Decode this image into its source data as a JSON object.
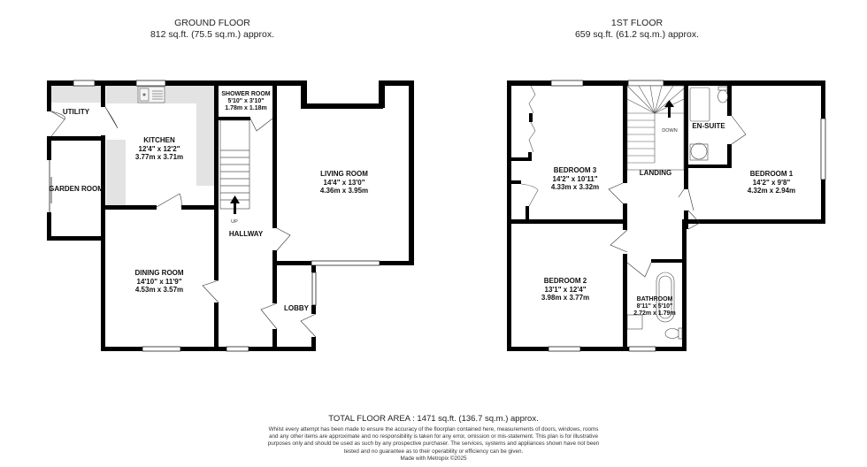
{
  "ground_floor": {
    "title": "GROUND FLOOR",
    "area": "812 sq.ft. (75.5 sq.m.) approx.",
    "rooms": [
      {
        "name": "UTILITY",
        "imperial": "",
        "metric": ""
      },
      {
        "name": "KITCHEN",
        "imperial": "12'4\"  x 12'2\"",
        "metric": "3.77m  x 3.71m"
      },
      {
        "name": "SHOWER ROOM",
        "imperial": "5'10\"  x 3'10\"",
        "metric": "1.78m  x 1.18m"
      },
      {
        "name": "LIVING ROOM",
        "imperial": "14'4\"  x 13'0\"",
        "metric": "4.36m  x 3.95m"
      },
      {
        "name": "GARDEN ROOM",
        "imperial": "",
        "metric": ""
      },
      {
        "name": "HALLWAY",
        "imperial": "",
        "metric": ""
      },
      {
        "name": "DINING ROOM",
        "imperial": "14'10\"  x 11'9\"",
        "metric": "4.53m  x 3.57m"
      },
      {
        "name": "LOBBY",
        "imperial": "",
        "metric": ""
      }
    ],
    "stair_label": "UP"
  },
  "first_floor": {
    "title": "1ST FLOOR",
    "area": "659 sq.ft. (61.2 sq.m.) approx.",
    "rooms": [
      {
        "name": "BEDROOM 3",
        "imperial": "14'2\"  x 10'11\"",
        "metric": "4.33m  x 3.32m"
      },
      {
        "name": "LANDING",
        "imperial": "",
        "metric": ""
      },
      {
        "name": "EN-SUITE",
        "imperial": "",
        "metric": ""
      },
      {
        "name": "BEDROOM 1",
        "imperial": "14'2\"  x 9'8\"",
        "metric": "4.32m  x 2.94m"
      },
      {
        "name": "BEDROOM 2",
        "imperial": "13'1\"  x 12'4\"",
        "metric": "3.98m  x 3.77m"
      },
      {
        "name": "BATHROOM",
        "imperial": "8'11\"  x 5'10\"",
        "metric": "2.72m  x 1.79m"
      }
    ],
    "stair_label": "DOWN"
  },
  "footer": {
    "total": "TOTAL FLOOR AREA : 1471 sq.ft. (136.7 sq.m.) approx.",
    "disclaimer": "Whilst every attempt has been made to ensure the accuracy of the floorplan contained here, measurements of doors, windows, rooms and any other items are approximate and no responsibility is taken for any error, omission or mis-statement. This plan is for illustrative purposes only and should be used as such by any prospective purchaser. The services, systems and appliances shown have not been tested and no guarantee as to their operability or efficiency can be given.",
    "made_with": "Made with Metropix ©2025"
  },
  "colors": {
    "wall": "#000000",
    "counter": "#e3e3e3",
    "window": "#ffffff"
  }
}
